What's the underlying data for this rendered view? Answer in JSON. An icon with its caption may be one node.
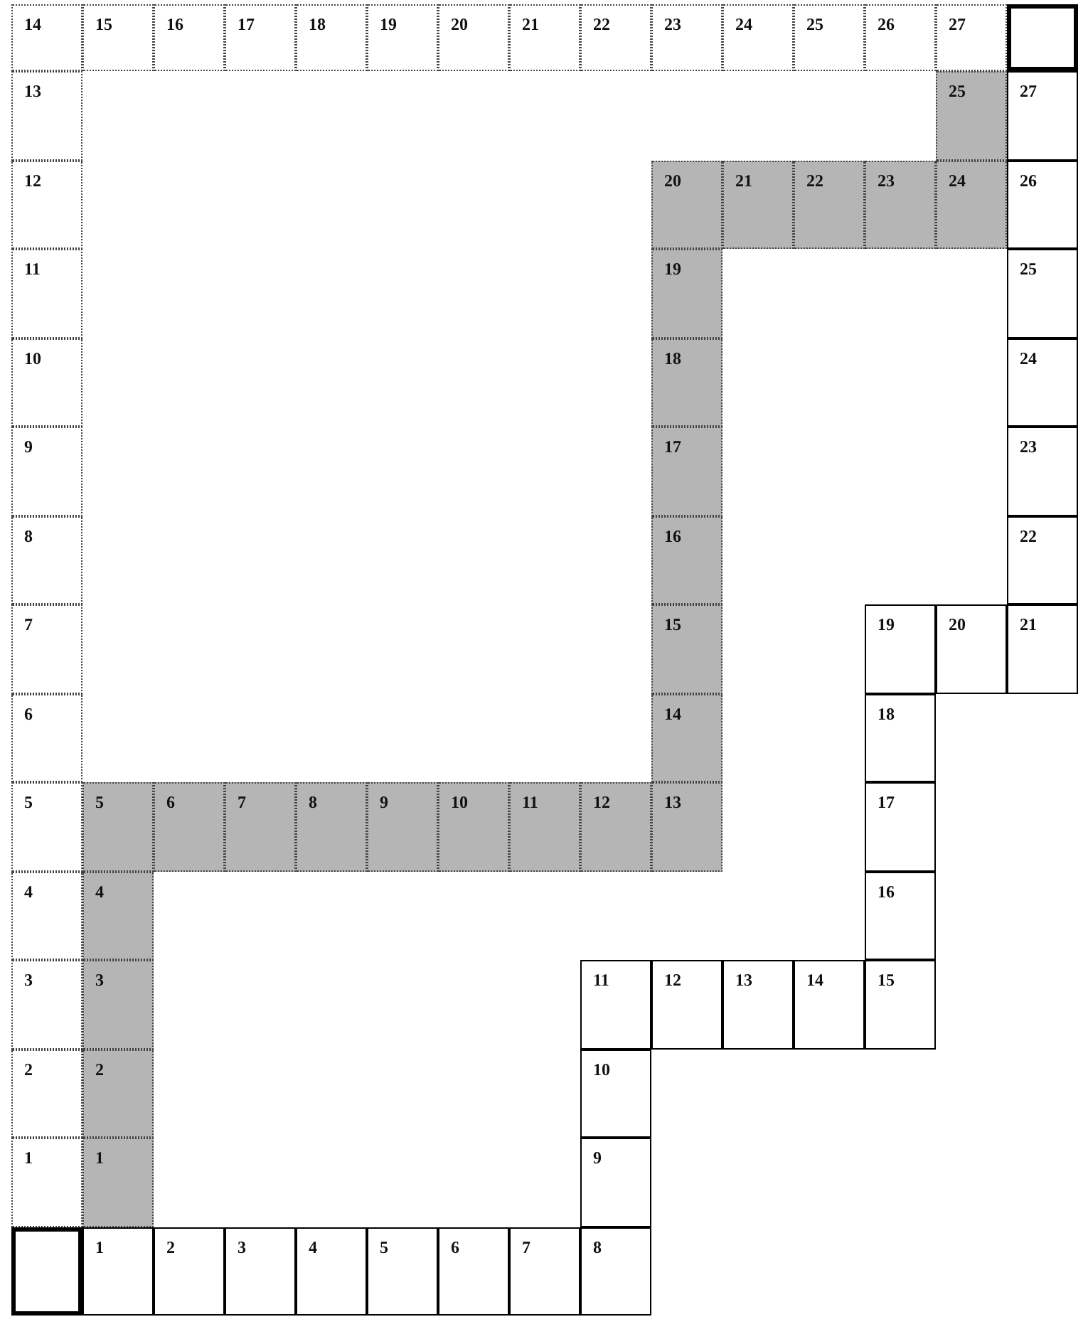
{
  "diagram": {
    "nodes": [
      {
        "text": [
          "14"
        ]
      },
      {
        "text": [
          "15"
        ]
      },
      {
        "text": [
          "16"
        ]
      },
      {
        "text": [
          "17"
        ]
      },
      {
        "text": [
          "18"
        ]
      },
      {
        "text": [
          "19"
        ]
      },
      {
        "text": [
          "20"
        ]
      },
      {
        "text": [
          "21"
        ]
      },
      {
        "text": [
          "22"
        ]
      },
      {
        "text": [
          "23"
        ]
      },
      {
        "text": [
          "24"
        ]
      },
      {
        "text": [
          "25"
        ]
      },
      {
        "text": [
          "26"
        ]
      },
      {
        "text": [
          "27"
        ]
      },
      {
        "text": [],
        "shape": "box"
      },
      {
        "text": [
          "13"
        ]
      },
      {
        "text": [
          "25"
        ]
      },
      {
        "text": [
          "27"
        ]
      },
      {
        "text": [
          "12"
        ]
      },
      {
        "text": [
          "20"
        ]
      },
      {
        "text": [
          "21"
        ]
      },
      {
        "text": [
          "22"
        ]
      },
      {
        "text": [
          "23"
        ]
      },
      {
        "text": [
          "24"
        ]
      },
      {
        "text": [
          "26"
        ]
      },
      {
        "text": [
          "11"
        ]
      },
      {
        "text": [
          "19"
        ]
      },
      {
        "text": [
          "25"
        ]
      },
      {
        "text": [
          "10"
        ]
      },
      {
        "text": [
          "18"
        ]
      },
      {
        "text": [
          "24"
        ]
      },
      {
        "text": [
          "9"
        ]
      },
      {
        "text": [
          "17"
        ]
      },
      {
        "text": [
          "23"
        ]
      },
      {
        "text": [
          "8"
        ]
      },
      {
        "text": [
          "16"
        ]
      },
      {
        "text": [
          "22"
        ]
      },
      {
        "text": [
          "7"
        ]
      },
      {
        "text": [
          "15"
        ]
      },
      {
        "text": [
          "19"
        ]
      },
      {
        "text": [
          "20"
        ]
      },
      {
        "text": [
          "21"
        ]
      },
      {
        "text": [
          "6"
        ]
      },
      {
        "text": [
          "14"
        ]
      },
      {
        "text": [
          "18"
        ]
      },
      {
        "text": [
          "5"
        ]
      },
      {
        "text": [
          "5"
        ]
      },
      {
        "text": [
          "6"
        ]
      },
      {
        "text": [
          "7"
        ]
      },
      {
        "text": [
          "8"
        ]
      },
      {
        "text": [
          "9"
        ]
      },
      {
        "text": [
          "10"
        ]
      },
      {
        "text": [
          "11"
        ]
      },
      {
        "text": [
          "12"
        ]
      },
      {
        "text": [
          "13"
        ]
      },
      {
        "text": [
          "17"
        ]
      },
      {
        "text": [
          "4"
        ]
      },
      {
        "text": [
          "4"
        ]
      },
      {
        "text": [
          "16"
        ]
      },
      {
        "text": [
          "3"
        ]
      },
      {
        "text": [
          "3"
        ]
      },
      {
        "text": [
          "11"
        ]
      },
      {
        "text": [
          "12"
        ]
      },
      {
        "text": [
          "13"
        ]
      },
      {
        "text": [
          "14"
        ]
      },
      {
        "text": [
          "15"
        ]
      },
      {
        "text": [
          "2"
        ]
      },
      {
        "text": [
          "2"
        ]
      },
      {
        "text": [
          "10"
        ]
      },
      {
        "text": [
          "1"
        ]
      },
      {
        "text": [
          "1"
        ]
      },
      {
        "text": [
          "9"
        ]
      },
      {
        "text": [],
        "shape": "box"
      },
      {
        "text": [
          "1"
        ]
      },
      {
        "text": [
          "2"
        ]
      },
      {
        "text": [
          "3"
        ]
      },
      {
        "text": [
          "4"
        ]
      },
      {
        "text": [
          "5"
        ]
      },
      {
        "text": [
          "6"
        ]
      },
      {
        "text": [
          "7"
        ]
      },
      {
        "text": [
          "8"
        ]
      }
    ]
  }
}
